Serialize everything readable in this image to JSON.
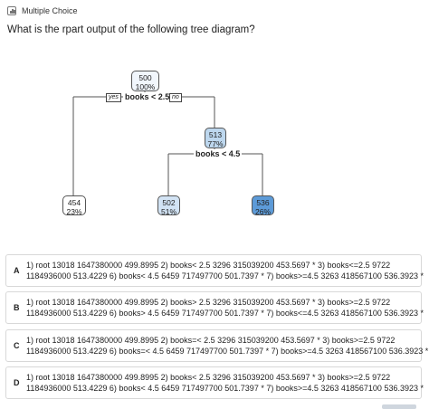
{
  "header": {
    "label": "Multiple Choice",
    "icon": "bar-chart-icon"
  },
  "question": "What is the rpart output of the following tree diagram?",
  "tree": {
    "root": {
      "line1": "500",
      "line2": "100%"
    },
    "split1": "books < 2.5",
    "yes": "yes",
    "no": "no",
    "n2": {
      "line1": "454",
      "line2": "23%"
    },
    "n3": {
      "line1": "513",
      "line2": "77%"
    },
    "split2": "books < 4.5",
    "n6": {
      "line1": "502",
      "line2": "51%"
    },
    "n7": {
      "line1": "536",
      "line2": "26%"
    }
  },
  "options": [
    {
      "letter": "A",
      "line1": "1) root 13018 1647380000 499.8995     2) books< 2.5 3296  315039200 453.5697 *   3) books<=2.5 9722",
      "line2": "1184936000 513.4229        6) books< 4.5 6459  717497700 501.7397 *    7) books>=4.5 3263  418567100 536.3923 *"
    },
    {
      "letter": "B",
      "line1": "1) root 13018 1647380000 499.8995     2) books> 2.5 3296  315039200 453.5697 *   3) books>=2.5 9722",
      "line2": "1184936000 513.4229        6) books> 4.5 6459  717497700 501.7397 *    7) books<=4.5 3263  418567100 536.3923 *"
    },
    {
      "letter": "C",
      "line1": "1) root 13018 1647380000 499.8995     2) books=< 2.5 3296  315039200 453.5697 *   3) books>=2.5 9722",
      "line2": "1184936000 513.4229        6) books=< 4.5 6459  717497700 501.7397 *    7) books>=4.5 3263  418567100 536.3923 *"
    },
    {
      "letter": "D",
      "line1": "1) root 13018 1647380000 499.8995     2) books< 2.5 3296  315039200 453.5697 *   3) books>=2.5 9722",
      "line2": "1184936000 513.4229        6) books< 4.5 6459  717497700 501.7397 *    7) books>=4.5 3263  418567100 536.3923 *"
    }
  ],
  "colors": {
    "root_fill": "#f1f6fc",
    "n2_fill": "#ffffff",
    "n3_fill": "#bdd7ee",
    "n6_fill": "#d2e3f4",
    "n7_fill": "#5d9bd8"
  }
}
